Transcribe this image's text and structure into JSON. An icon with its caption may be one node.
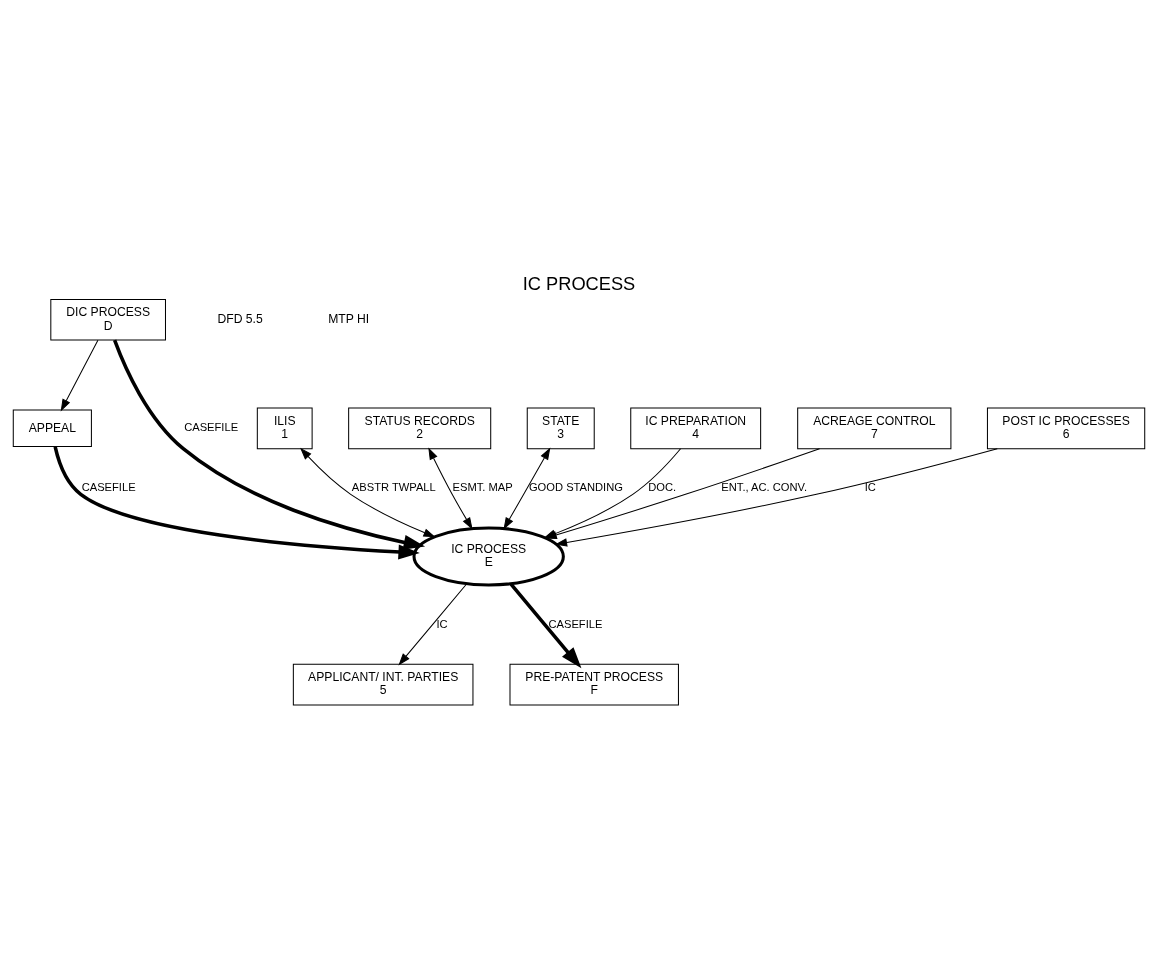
{
  "diagram": {
    "title": "IC PROCESS",
    "nodes": [
      {
        "text": [
          "DIC PROCESS",
          "D"
        ]
      },
      {
        "text": [
          "ILIS",
          "1"
        ]
      },
      {
        "text": [
          "STATUS RECORDS",
          "2"
        ]
      },
      {
        "text": [
          "STATE",
          "3"
        ]
      },
      {
        "text": [
          "APPEAL"
        ]
      },
      {
        "text": [
          "IC PREPARATION",
          "4"
        ]
      },
      {
        "text": [
          "IC PROCESS",
          "E"
        ]
      },
      {
        "text": [
          "APPLICANT/ INT. PARTIES",
          "5"
        ]
      },
      {
        "text": [
          "ACREAGE CONTROL",
          "7"
        ]
      },
      {
        "text": [
          "POST IC PROCESSES",
          "6"
        ]
      },
      {
        "text": [
          "PRE-PATENT PROCESS",
          "F"
        ]
      }
    ],
    "edges": [
      {
        "from": 0,
        "to": 4,
        "arrow": "to"
      },
      {
        "from": 0,
        "to": 6,
        "arrow": "to",
        "label": "CASEFILE",
        "style": "thick"
      },
      {
        "from": 4,
        "to": 6,
        "arrow": "to",
        "label": "CASEFILE",
        "style": "thick"
      },
      {
        "from": 1,
        "to": 6,
        "arrow": "both",
        "label": "ABSTR TWPALL"
      },
      {
        "from": 2,
        "to": 6,
        "arrow": "both",
        "label": "ESMT. MAP"
      },
      {
        "from": 3,
        "to": 6,
        "arrow": "both",
        "label": "GOOD STANDING"
      },
      {
        "from": 5,
        "to": 6,
        "arrow": "to",
        "label": "DOC."
      },
      {
        "from": 6,
        "to": 7,
        "arrow": "to",
        "label": "IC"
      },
      {
        "from": 8,
        "to": 6,
        "arrow": "to",
        "label": "ENT., AC. CONV."
      },
      {
        "from": 9,
        "to": 6,
        "arrow": "to",
        "label": "IC"
      },
      {
        "from": 6,
        "to": 10,
        "arrow": "to",
        "label": "CASEFILE",
        "style": "thick"
      }
    ],
    "labels": [
      "DFD 5.5",
      "MTP HI"
    ]
  }
}
